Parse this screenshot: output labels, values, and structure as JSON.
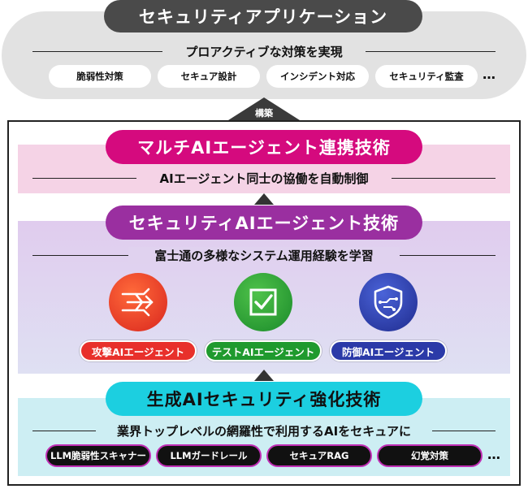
{
  "app": {
    "title": "セキュリティアプリケーション",
    "subtitle": "プロアクティブな対策を実現",
    "items": [
      "脆弱性対策",
      "セキュア設計",
      "インシデント対応",
      "セキュリティ監査"
    ],
    "more": "…"
  },
  "build_label": "構築",
  "layer1": {
    "title": "マルチAIエージェント連携技術",
    "subtitle": "AIエージェント同士の協働を自動制御",
    "color": "#d50a7e"
  },
  "layer2": {
    "title": "セキュリティAIエージェント技術",
    "subtitle": "富士通の多様なシステム運用経験を学習",
    "color": "#9a2fa0",
    "agents": [
      {
        "label": "攻撃AIエージェント",
        "icon": "attack-arrows-icon",
        "color": "#e8302b"
      },
      {
        "label": "テストAIエージェント",
        "icon": "checkbox-icon",
        "color": "#1f9a2e"
      },
      {
        "label": "防御AIエージェント",
        "icon": "shield-circuit-icon",
        "color": "#2b3aa8"
      }
    ]
  },
  "layer3": {
    "title": "生成AIセキュリティ強化技術",
    "subtitle": "業界トップレベルの網羅性で利用するAIをセキュアに",
    "color": "#1ccfe0",
    "items": [
      "LLM脆弱性スキャナー",
      "LLMガードレール",
      "セキュアRAG",
      "幻覚対策"
    ],
    "more": "…"
  }
}
